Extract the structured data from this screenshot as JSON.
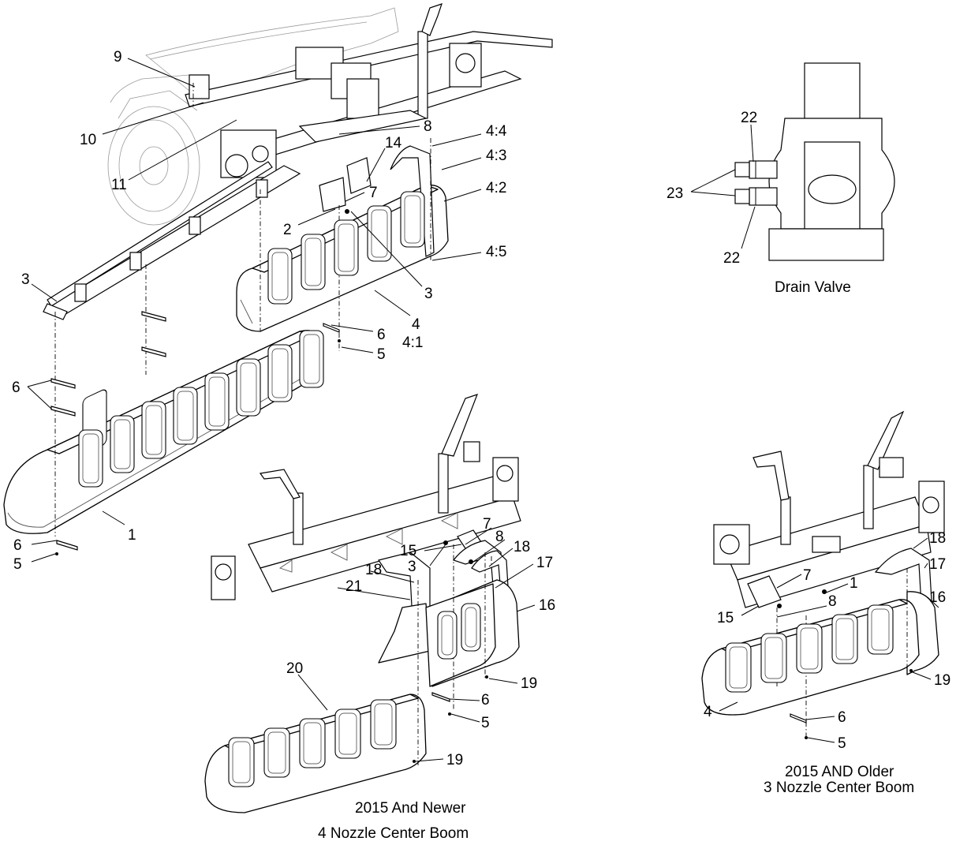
{
  "callouts": {
    "c9": "9",
    "c10": "10",
    "c11": "11",
    "c8_top": "8",
    "c14": "14",
    "c7_top": "7",
    "c2": "2",
    "c3_top_left": "3",
    "c3_top_mid": "3",
    "c4_4": "4:4",
    "c4_3": "4:3",
    "c4_2": "4:2",
    "c4_5": "4:5",
    "c4_top": "4",
    "c4_1": "4:1",
    "c6_top": "6",
    "c5_top": "5",
    "c6_left": "6",
    "c1": "1",
    "c6_bottom_left": "6",
    "c5_bottom_left": "5",
    "c22_top": "22",
    "c23": "23",
    "c22_bottom": "22",
    "c7_mid": "7",
    "c8_mid": "8",
    "c15_mid": "15",
    "c3_mid": "3",
    "c18_mid_right": "18",
    "c17_mid": "17",
    "c18_mid_left": "18",
    "c21": "21",
    "c16_mid": "16",
    "c20": "20",
    "c19_mid_upper": "19",
    "c6_mid": "6",
    "c5_mid": "5",
    "c19_mid_lower": "19",
    "c18_right": "18",
    "c17_right": "17",
    "c16_right": "16",
    "c7_right": "7",
    "c1_right": "1",
    "c8_right": "8",
    "c15_right": "15",
    "c19_right": "19",
    "c4_right": "4",
    "c6_right": "6",
    "c5_right": "5"
  },
  "captions": {
    "drain_valve": "Drain Valve",
    "newer_line1": "2015 And Newer",
    "newer_line2": "4 Nozzle Center Boom",
    "older_line1": "2015 AND Older",
    "older_line2": "3 Nozzle Center Boom"
  }
}
